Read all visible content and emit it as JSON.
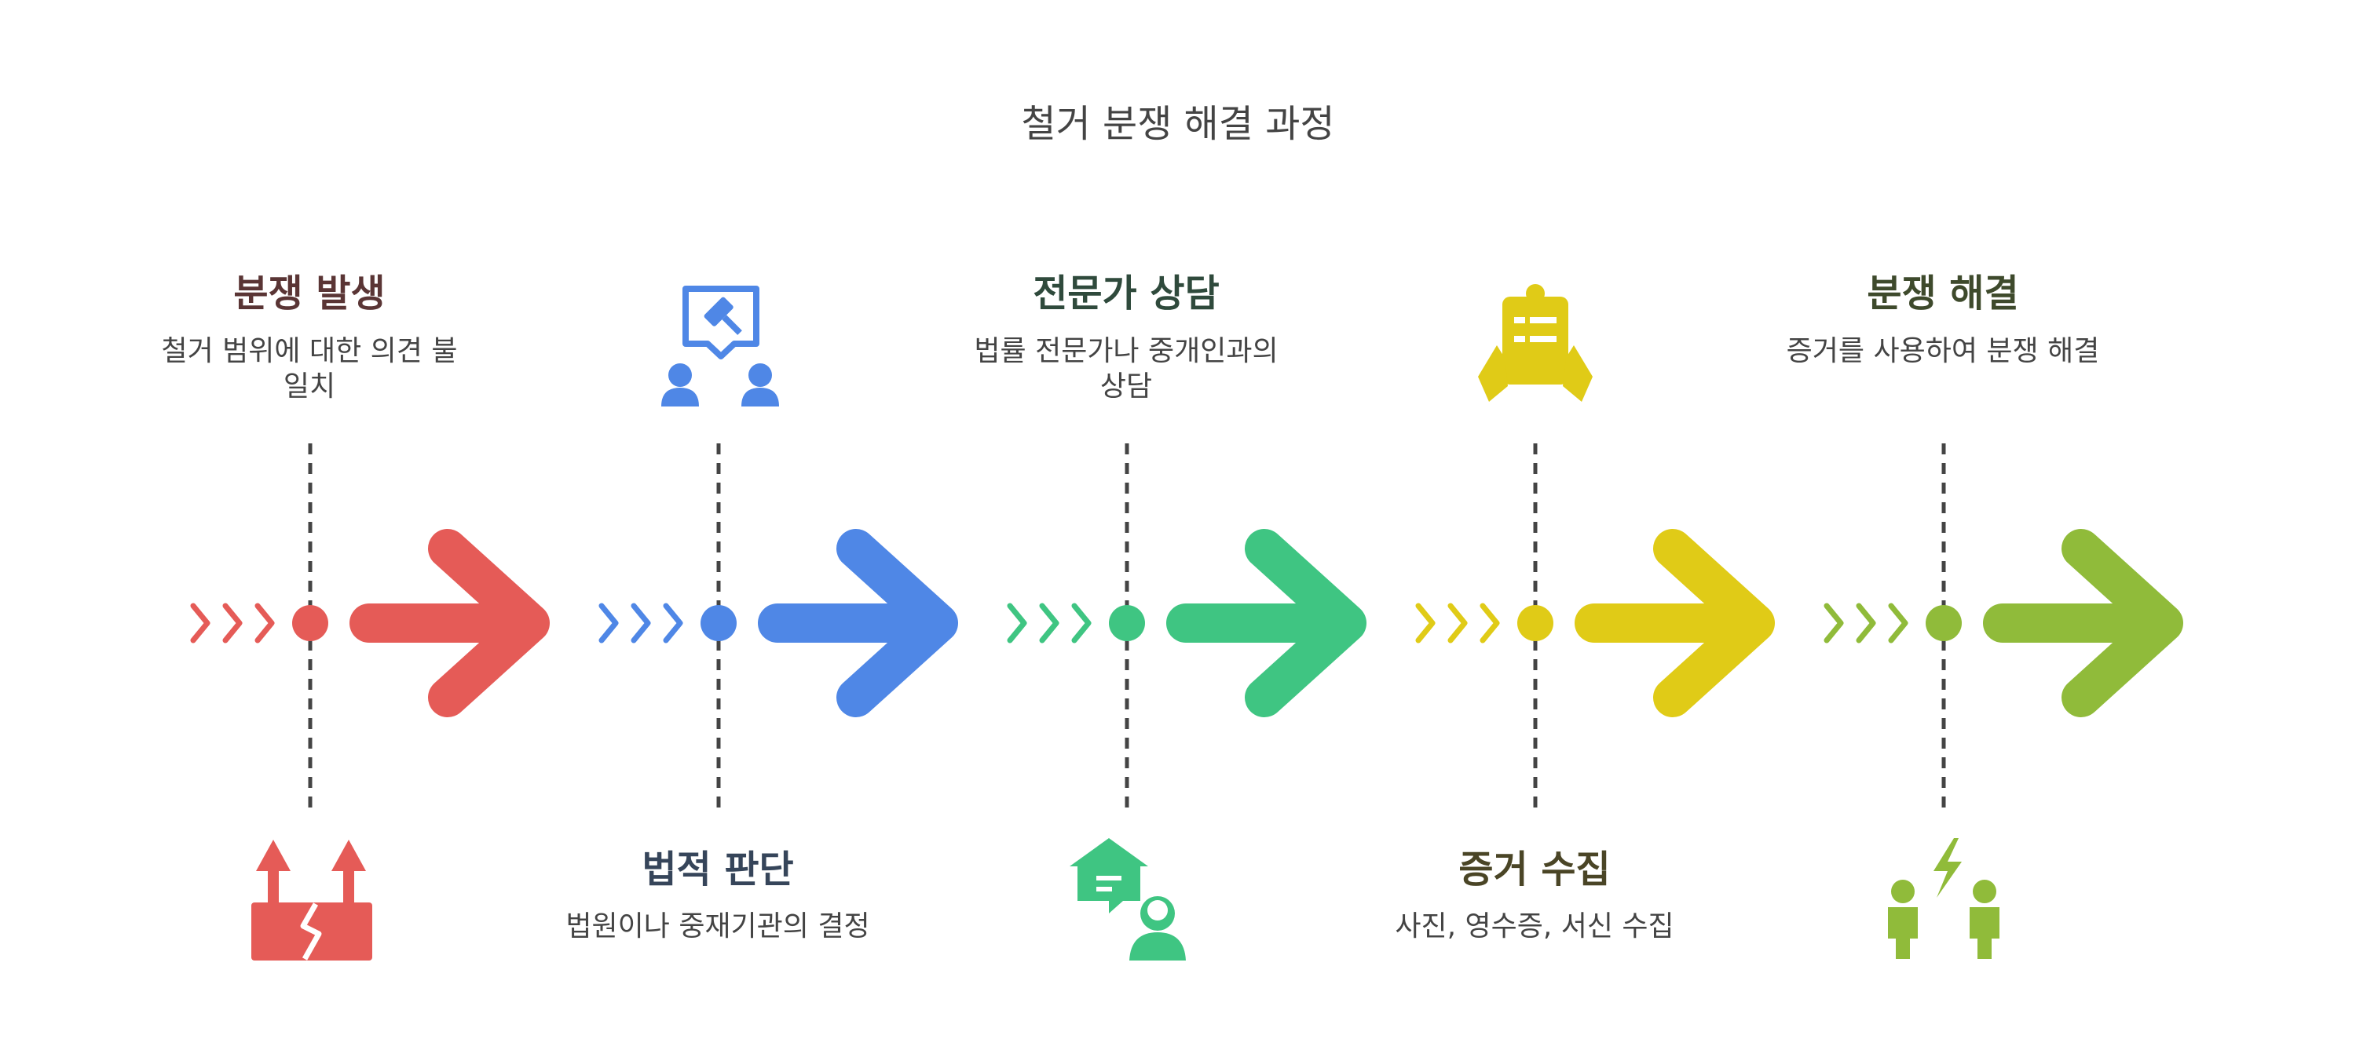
{
  "title": "철거 분쟁 해결 과정",
  "steps": [
    {
      "title": "분쟁 발생",
      "desc": "철거 범위에 대한 의견 불일치",
      "color": "#E55B57",
      "title_color": "#5A3535",
      "icon": "broken-wall-arrows-icon"
    },
    {
      "title": "법적 판단",
      "desc": "법원이나 중재기관의 결정",
      "color": "#4F87E6",
      "title_color": "#36455A",
      "icon": "judge-gavel-icon"
    },
    {
      "title": "전문가 상담",
      "desc": "법률 전문가나 중개인과의 상담",
      "color": "#3FC582",
      "title_color": "#2F4A3C",
      "icon": "consultant-house-icon"
    },
    {
      "title": "증거 수집",
      "desc": "사진, 영수증, 서신 수집",
      "color": "#E0CB17",
      "title_color": "#4A4526",
      "icon": "clipboard-hands-icon"
    },
    {
      "title": "분쟁 해결",
      "desc": "증거를 사용하여 분쟁 해결",
      "color": "#90BB3A",
      "title_color": "#3E4A2C",
      "icon": "people-resolution-icon"
    }
  ]
}
